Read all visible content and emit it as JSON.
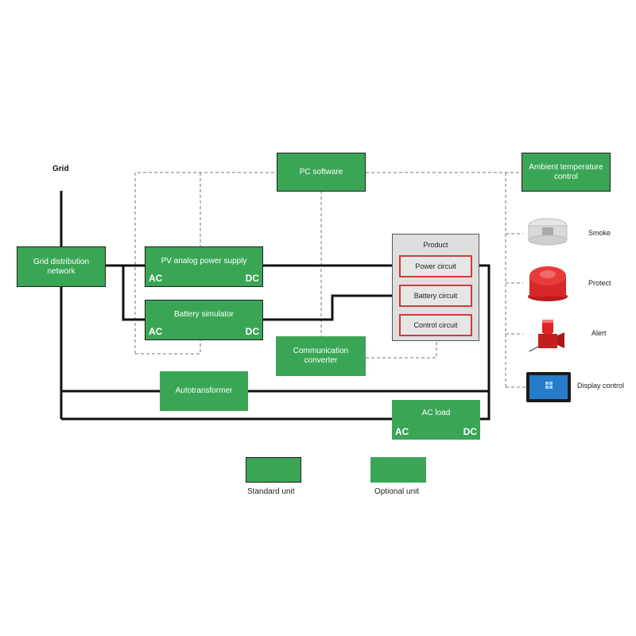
{
  "grid_label": "Grid",
  "blocks": {
    "grid_network": {
      "label": "Grid distribution network"
    },
    "pc_software": {
      "label": "PC software"
    },
    "ambient_temp": {
      "label": "Ambient temperature control"
    },
    "pv_supply": {
      "label": "PV analog power supply",
      "ac": "AC",
      "dc": "DC"
    },
    "battery_sim": {
      "label": "Battery simulator",
      "ac": "AC",
      "dc": "DC"
    },
    "comm_converter": {
      "label": "Communication converter"
    },
    "autotransformer": {
      "label": "Autotransformer"
    },
    "ac_load": {
      "label": "AC load",
      "ac": "AC",
      "dc": "DC"
    }
  },
  "product": {
    "title": "Product",
    "circuits": [
      "Power circuit",
      "Battery circuit",
      "Control circuit"
    ]
  },
  "peripherals": [
    {
      "label": "Smoke",
      "icon": "smoke-detector-icon"
    },
    {
      "label": "Protect",
      "icon": "emergency-stop-button-icon"
    },
    {
      "label": "Alert",
      "icon": "alarm-light-icon"
    },
    {
      "label": "Display control",
      "icon": "display-screen-icon"
    }
  ],
  "legend": {
    "standard": "Standard unit",
    "optional": "Optional unit"
  },
  "colors": {
    "unit_green": "#3aa655",
    "circuit_red": "#d23a3a",
    "product_gray": "#dedede",
    "wire": "#111111"
  }
}
